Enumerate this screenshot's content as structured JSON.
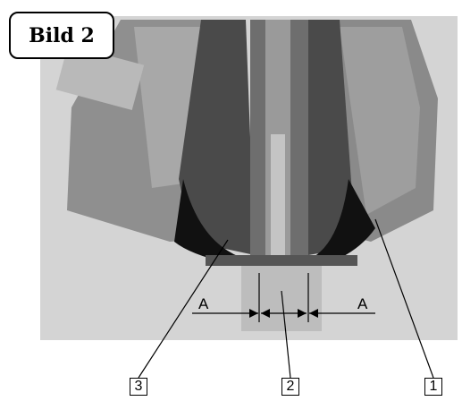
{
  "figure": {
    "title": "Bild 2",
    "callouts": [
      "3",
      "2",
      "1"
    ],
    "dimension_labels": [
      "A",
      "A"
    ]
  }
}
